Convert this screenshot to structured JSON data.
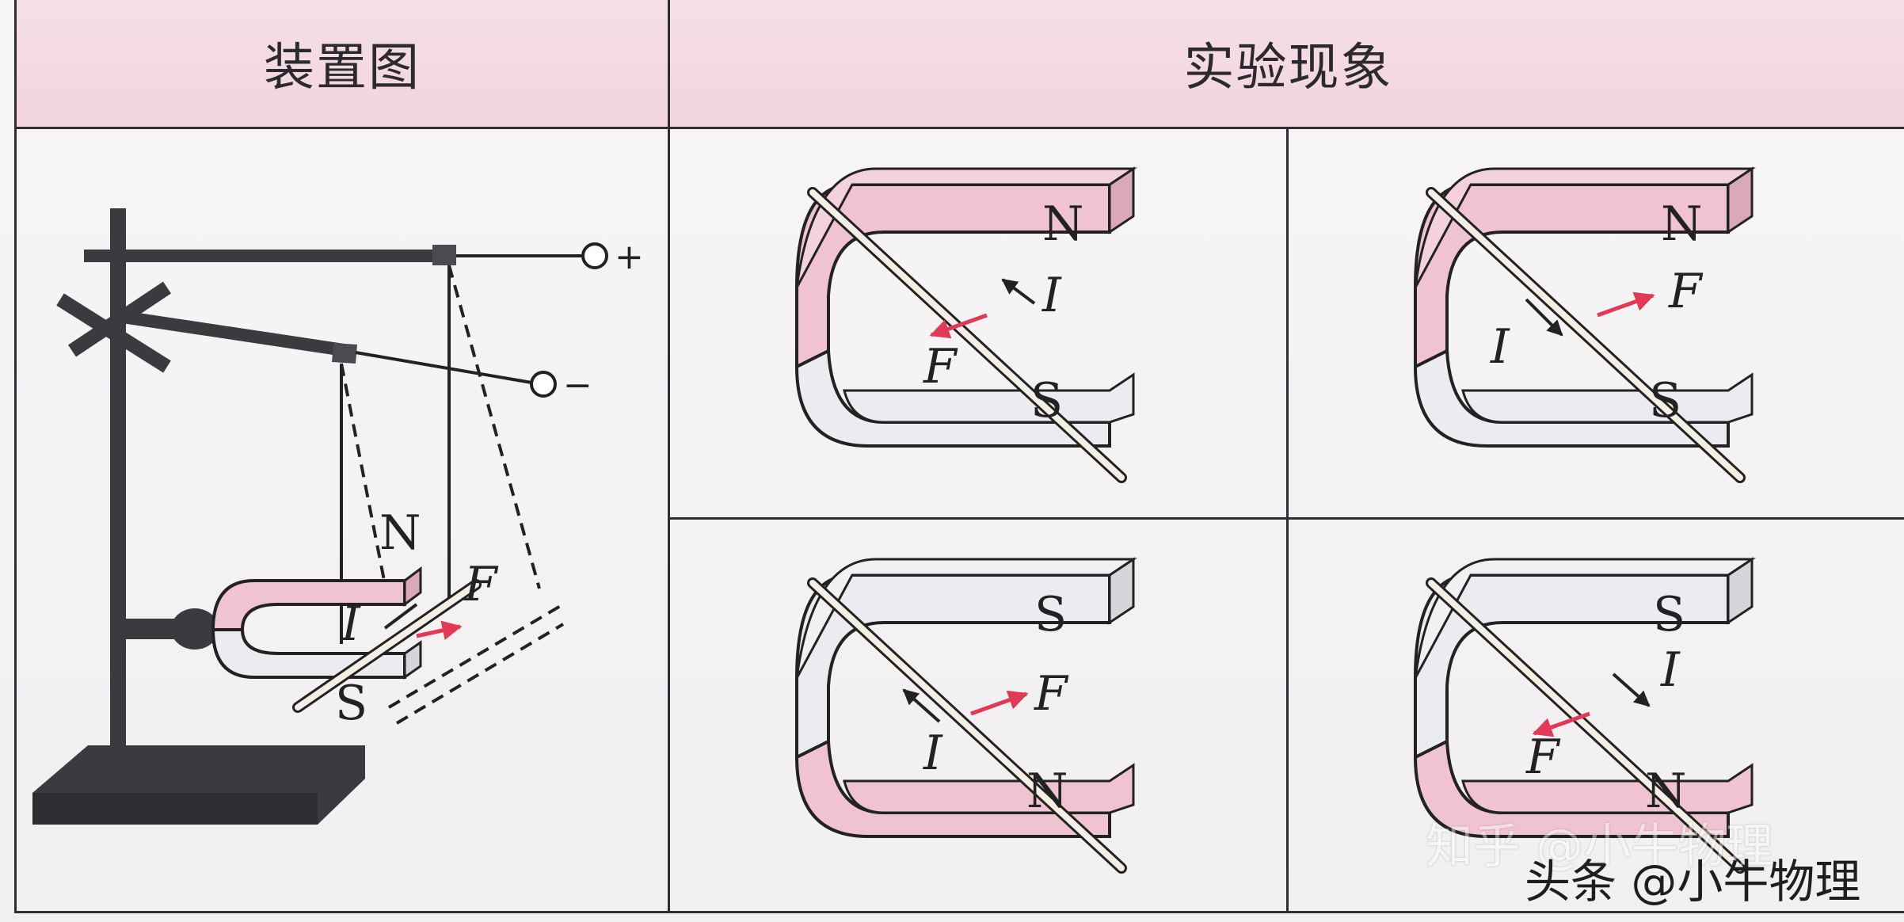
{
  "table": {
    "header_left": "装置图",
    "header_right": "实验现象"
  },
  "apparatus": {
    "terminal_plus": "+",
    "terminal_minus": "−",
    "pole_n": "N",
    "pole_s": "S",
    "current": "I",
    "force": "F"
  },
  "phenomena": [
    {
      "top_pole": "N",
      "bottom_pole": "S",
      "current": "I",
      "force": "F"
    },
    {
      "top_pole": "N",
      "bottom_pole": "S",
      "current": "I",
      "force": "F"
    },
    {
      "top_pole": "S",
      "bottom_pole": "N",
      "current": "I",
      "force": "F"
    },
    {
      "top_pole": "S",
      "bottom_pole": "N",
      "current": "I",
      "force": "F"
    }
  ],
  "watermarks": {
    "zhihu": "知乎 @小牛物理",
    "toutiao": "头条 @小牛物理"
  },
  "colors": {
    "magnet_pink": "#efc3d2",
    "magnet_white": "#ecebef",
    "arrow_red": "#e23a54",
    "stand": "#3b3b3f"
  }
}
